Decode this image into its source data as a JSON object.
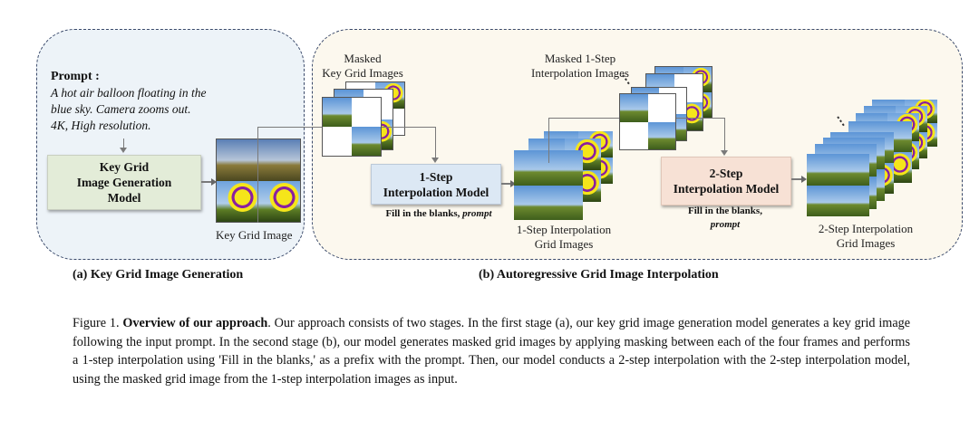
{
  "panel_a": {
    "prompt_title": "Prompt :",
    "prompt_lines": [
      "A hot air balloon floating in the",
      "blue sky. Camera zooms out.",
      "4K, High resolution."
    ],
    "model_lines": [
      "Key Grid",
      "Image Generation",
      "Model"
    ],
    "output_label": "Key Grid Image",
    "title": "(a) Key Grid Image Generation"
  },
  "panel_b": {
    "masked_key_label": [
      "Masked",
      "Key Grid Images"
    ],
    "step1_model_lines": [
      "1-Step",
      "Interpolation Model"
    ],
    "step1_sub_text": "Fill in the blanks,",
    "step1_sub_italic": "prompt",
    "step1_output_label": [
      "1-Step Interpolation",
      "Grid Images"
    ],
    "masked_step1_label": [
      "Masked 1-Step",
      "Interpolation Images"
    ],
    "step2_model_lines": [
      "2-Step",
      "Interpolation Model"
    ],
    "step2_sub_text": "Fill in the blanks,",
    "step2_sub_italic": "prompt",
    "step2_output_label": [
      "2-Step Interpolation",
      "Grid Images"
    ],
    "title": "(b) Autoregressive Grid Image Interpolation"
  },
  "caption": {
    "figure_no": "Figure 1.",
    "bold": "Overview of our approach",
    "text": ". Our approach consists of two stages. In the first stage (a), our key grid image generation model generates a key grid image following the input prompt. In the second stage (b), our model generates masked grid images by applying masking between each of the four frames and performs a 1-step interpolation using 'Fill in the blanks,' as a prefix with the prompt. Then, our model conducts a 2-step interpolation with the 2-step interpolation model, using the masked grid image from the 1-step interpolation images as input."
  },
  "colors": {
    "panel_a_bg": "#edf3f8",
    "panel_b_bg": "#fcf8ee",
    "key_model_bg": "#e3ecd8",
    "step1_model_bg": "#dce8f4",
    "step2_model_bg": "#f7e1d5",
    "border": "#3b4a6b"
  }
}
